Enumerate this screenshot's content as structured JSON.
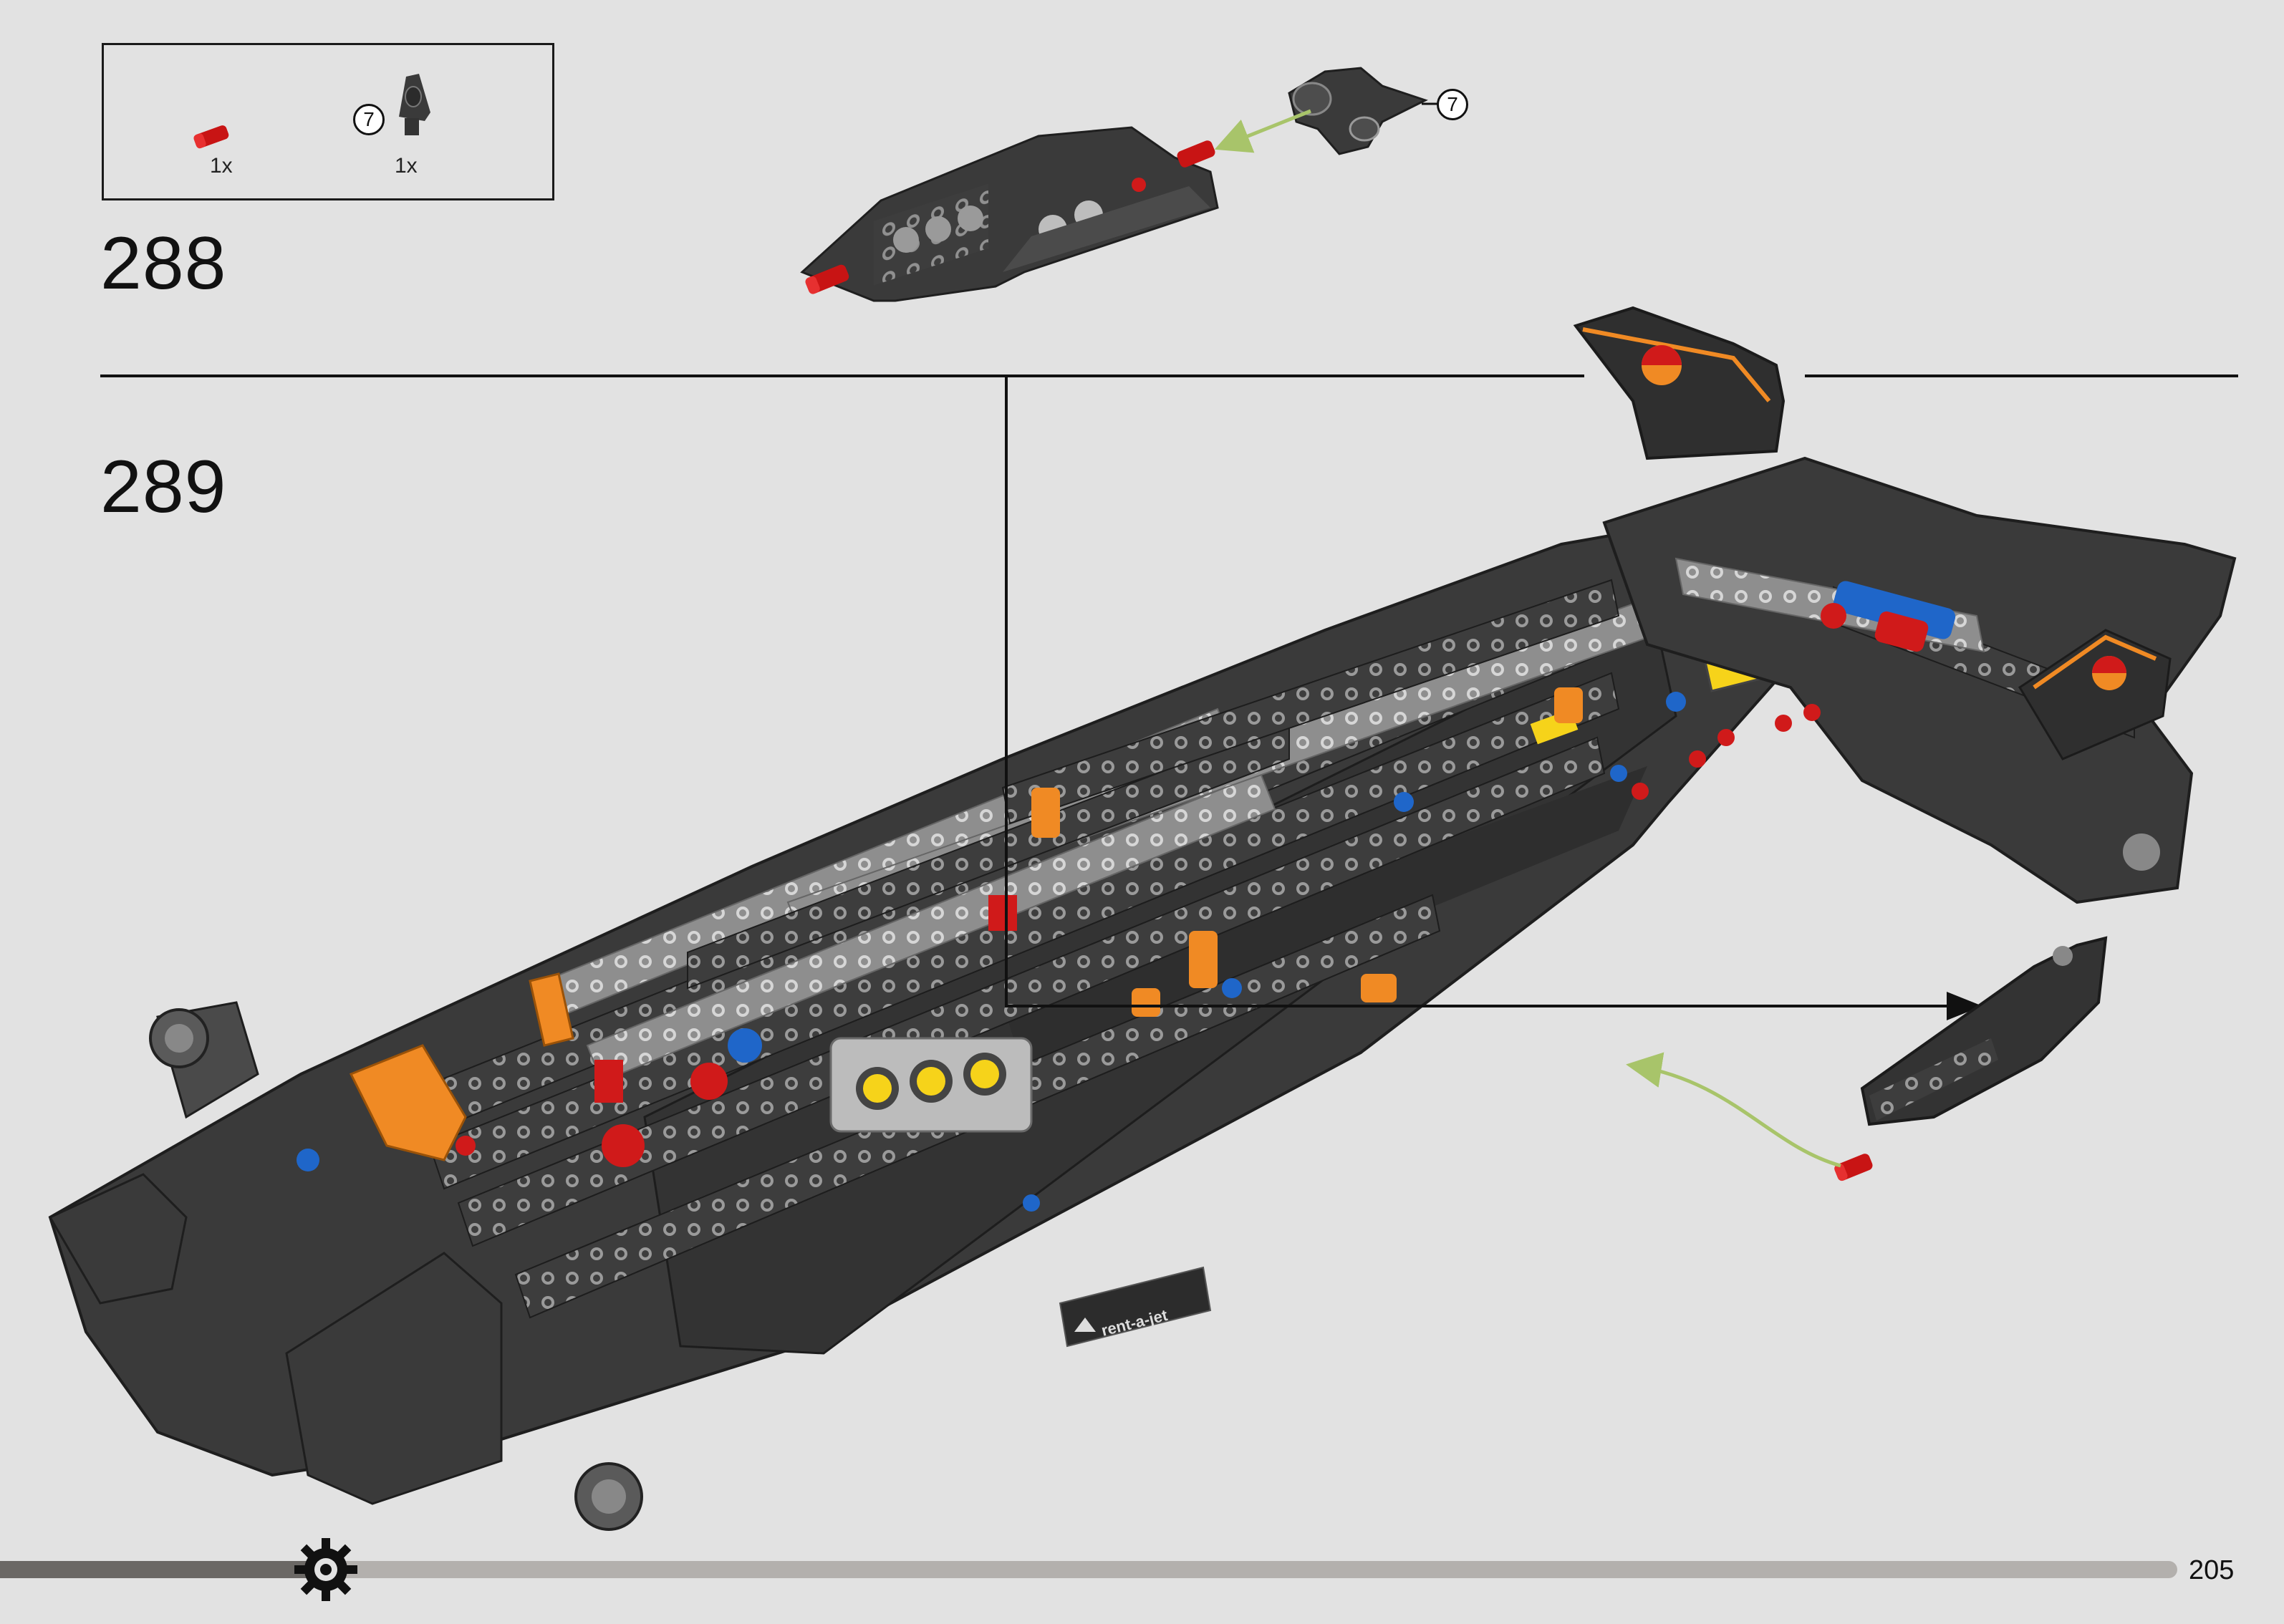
{
  "parts_list": {
    "items": [
      {
        "icon": "red-axle-pin-icon",
        "quantity": "1x"
      },
      {
        "icon": "dark-grey-connector-icon",
        "quantity": "1x",
        "callout": "7"
      }
    ]
  },
  "steps": [
    {
      "number": "288",
      "callout": "7"
    },
    {
      "number": "289"
    }
  ],
  "decal_text": "rent-a-jet",
  "page_number": "205",
  "colors": {
    "background": "#e2e2e2",
    "dark_grey": "#3a3a3a",
    "light_grey": "#9a9a9a",
    "red": "#d01a1a",
    "orange": "#f08a24",
    "blue": "#1f66c9",
    "yellow": "#f6d31a",
    "arrow_green": "#a8c46a"
  }
}
